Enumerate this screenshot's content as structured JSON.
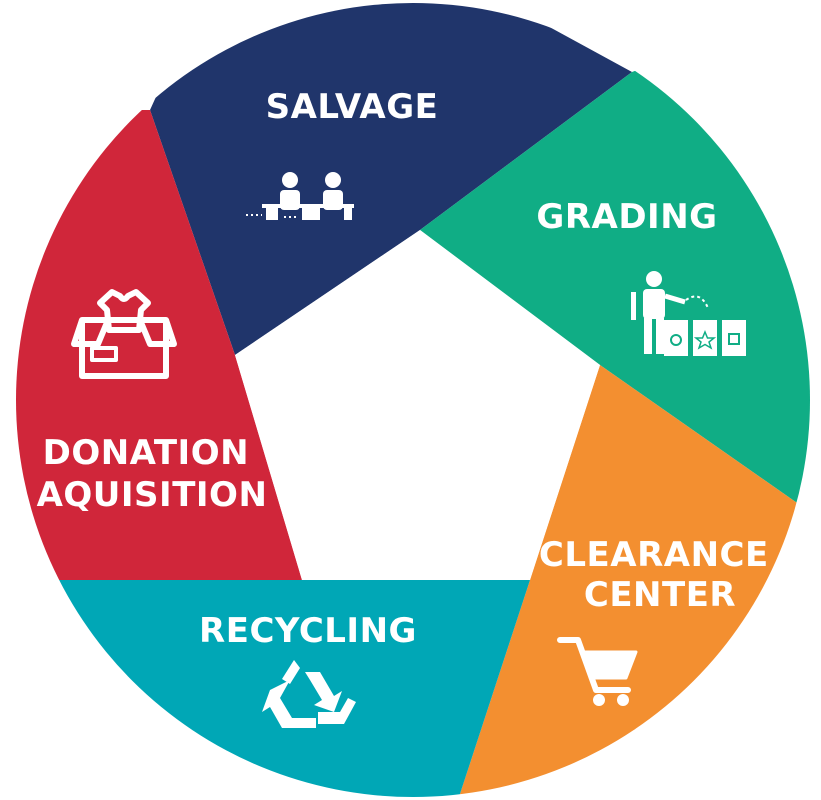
{
  "diagram": {
    "segments": [
      {
        "id": "salvage",
        "lines": [
          "SALVAGE"
        ],
        "color": "#20356b",
        "icon": "workers-at-desk-icon"
      },
      {
        "id": "grading",
        "lines": [
          "GRADING"
        ],
        "color": "#10ad85",
        "icon": "person-sorting-bins-icon"
      },
      {
        "id": "clearance",
        "lines": [
          "CLEARANCE",
          "CENTER"
        ],
        "color": "#f38f30",
        "icon": "shopping-cart-icon"
      },
      {
        "id": "recycling",
        "lines": [
          "RECYCLING"
        ],
        "color": "#00a7b6",
        "icon": "recycle-icon"
      },
      {
        "id": "donation",
        "lines": [
          "DONATION",
          "AQUISITION"
        ],
        "color": "#d0263a",
        "icon": "clothing-box-icon"
      }
    ],
    "center_color": "#ffffff"
  }
}
